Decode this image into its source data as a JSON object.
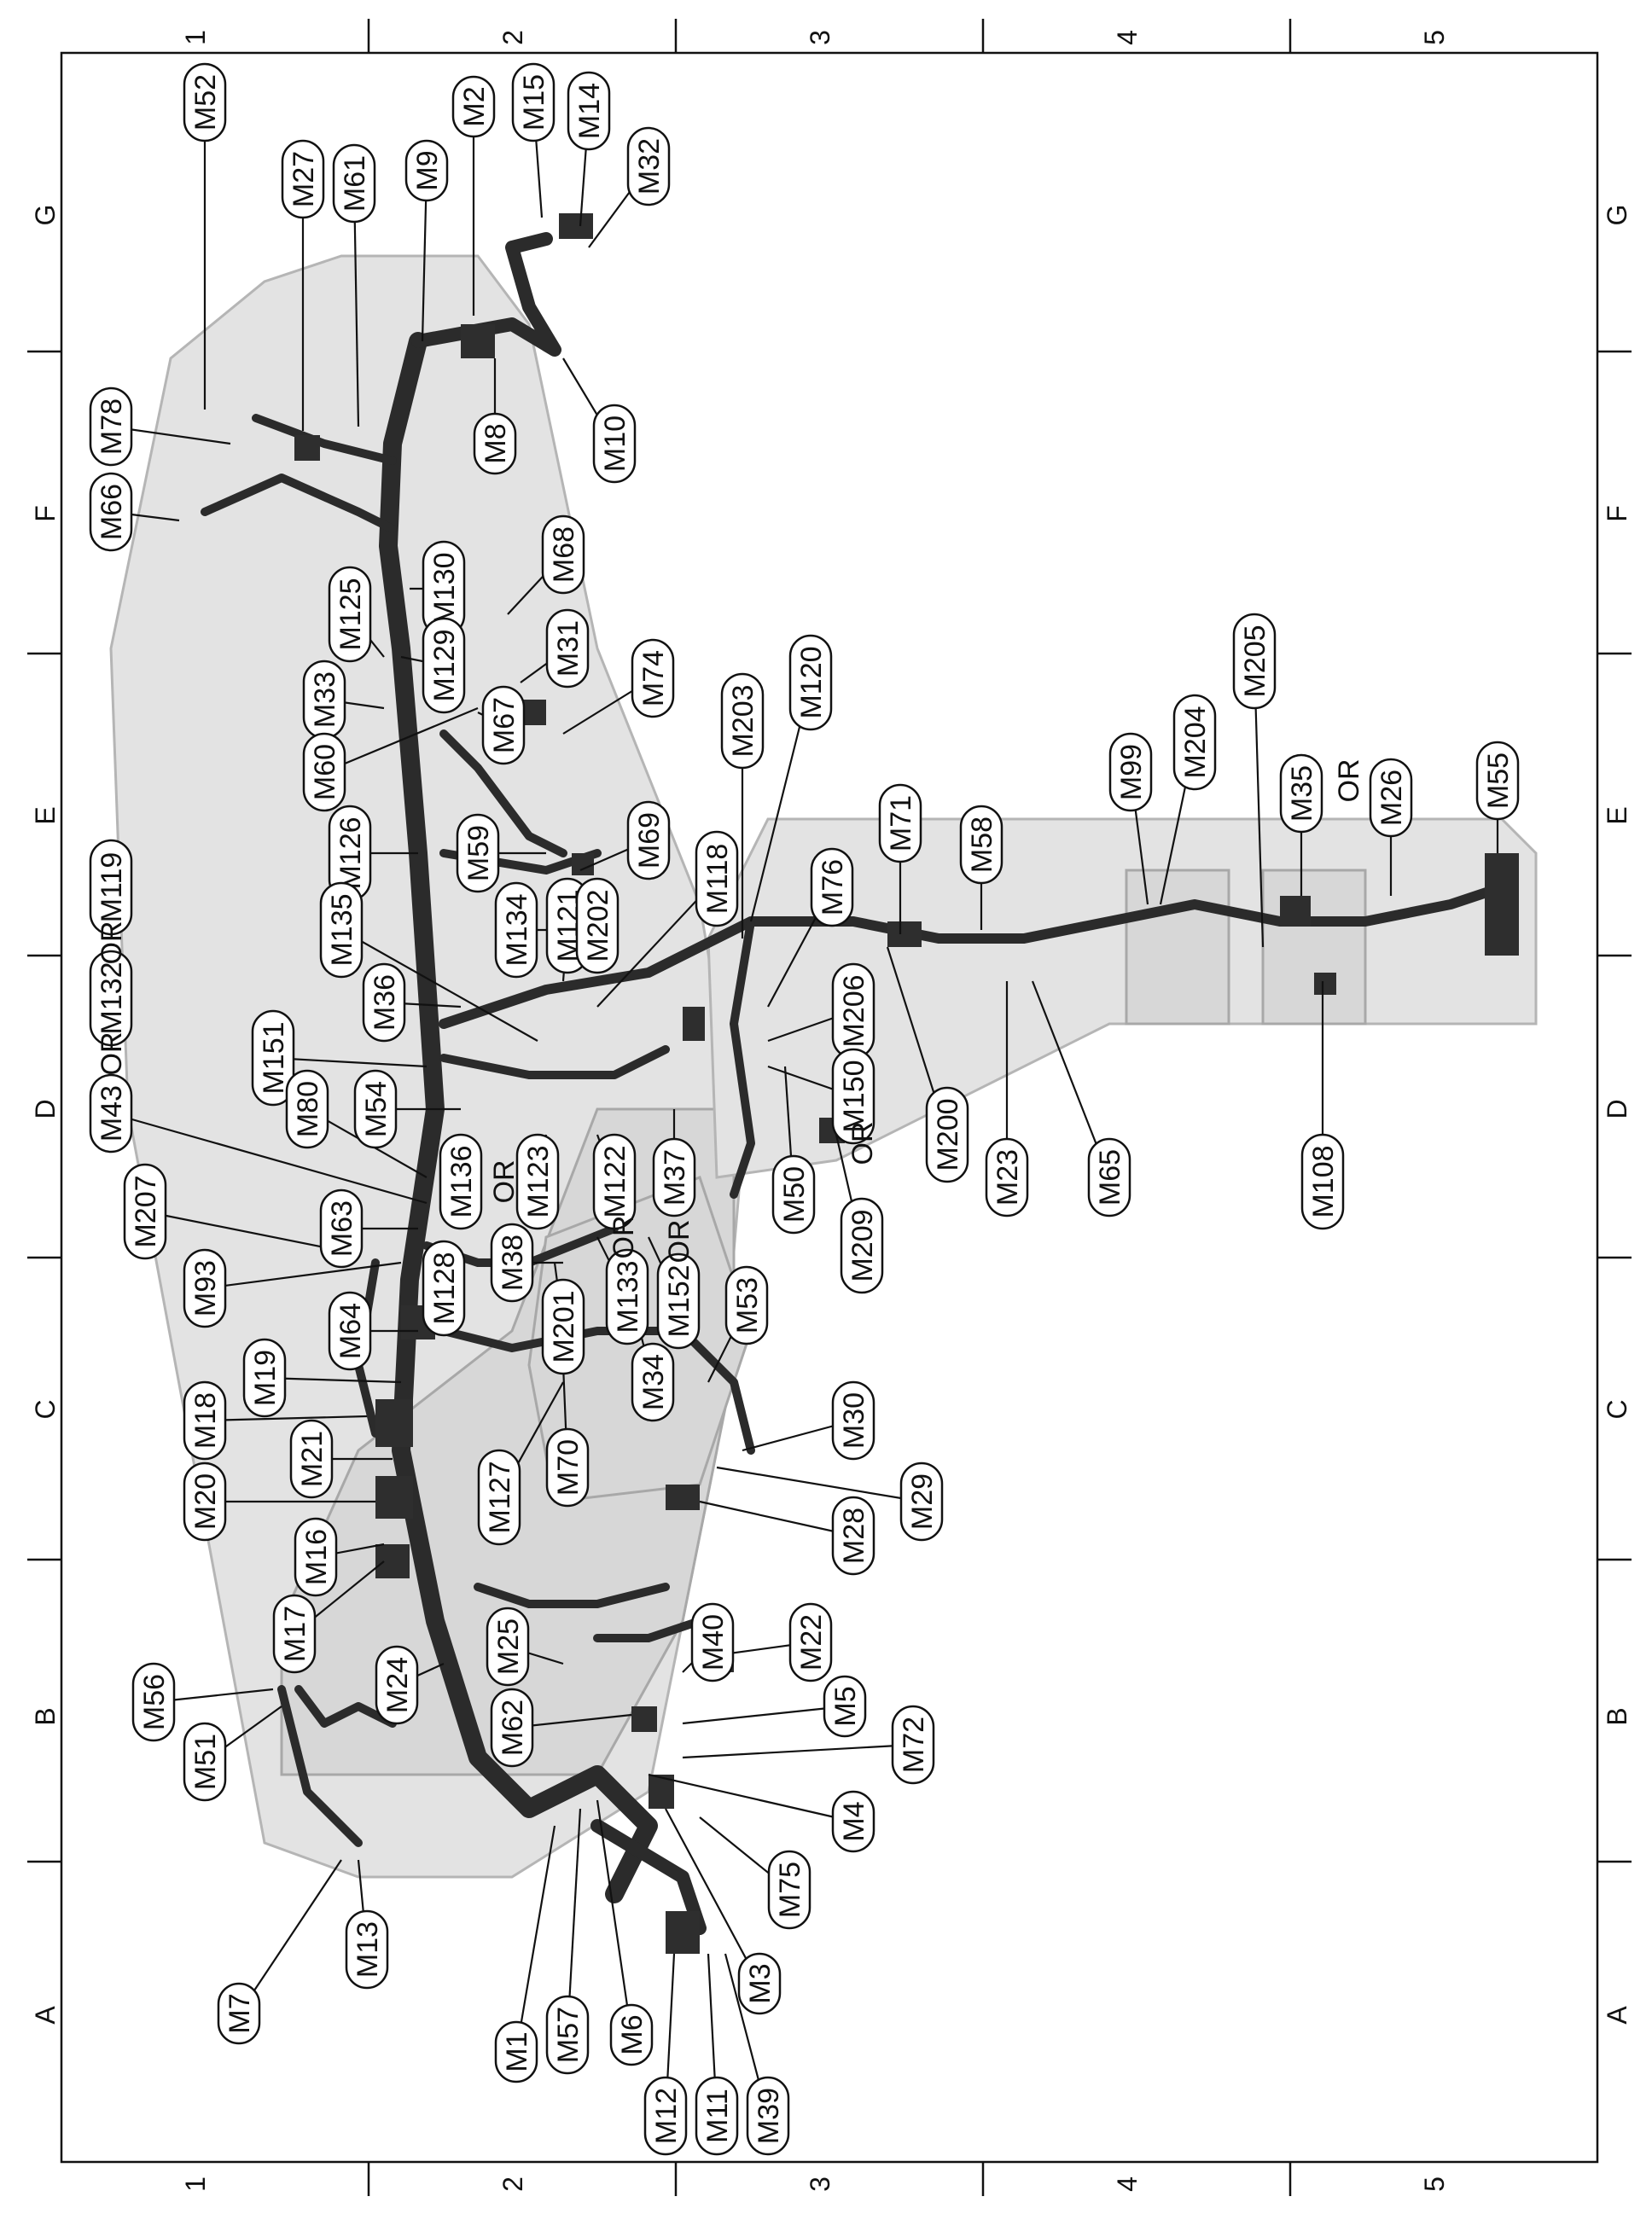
{
  "grid": {
    "top_numbers": [
      "1",
      "2",
      "3",
      "4",
      "5"
    ],
    "bottom_numbers": [
      "1",
      "2",
      "3",
      "4",
      "5"
    ],
    "left_letters": [
      "G",
      "F",
      "E",
      "D",
      "C",
      "B",
      "A"
    ],
    "right_letters": [
      "G",
      "F",
      "E",
      "D",
      "C",
      "B",
      "A"
    ]
  },
  "labels": [
    "M52",
    "M27",
    "M61",
    "M9",
    "M2",
    "M15",
    "M14",
    "M32",
    "M8",
    "M10",
    "M78",
    "M66",
    "M125",
    "M130",
    "M68",
    "M129",
    "M33",
    "M31",
    "M74",
    "M67",
    "M60",
    "M203",
    "M120",
    "M99",
    "M204",
    "M205",
    "M35",
    "M26",
    "M55",
    "M59",
    "M69",
    "M126",
    "M134",
    "M121",
    "M202",
    "M118",
    "M76",
    "M71",
    "M58",
    "M119",
    "M132",
    "M135",
    "M36",
    "M151",
    "M206",
    "M43",
    "M80",
    "M54",
    "M150",
    "M136",
    "M123",
    "M122",
    "M37",
    "M200",
    "M23",
    "M65",
    "M108",
    "M50",
    "M209",
    "M207",
    "M63",
    "M93",
    "M128",
    "M38",
    "M133",
    "M152",
    "M64",
    "M201",
    "M34",
    "M53",
    "M19",
    "M18",
    "M70",
    "M127",
    "M30",
    "M21",
    "M29",
    "M20",
    "M28",
    "M16",
    "M17",
    "M40",
    "M25",
    "M24",
    "M22",
    "M56",
    "M62",
    "M5",
    "M51",
    "M72",
    "M4",
    "M75",
    "M7",
    "M13",
    "M1",
    "M57",
    "M6",
    "M3",
    "M12",
    "M11",
    "M39"
  ],
  "or_words": [
    "OR",
    "OR",
    "OR",
    "OR",
    "OR",
    "OR",
    "OR"
  ]
}
